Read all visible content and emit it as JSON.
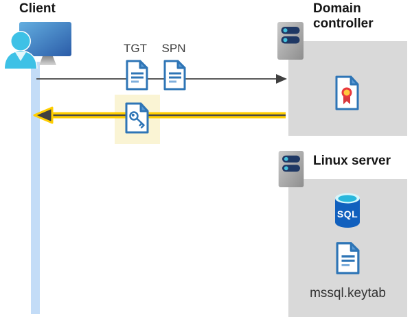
{
  "client": {
    "label": "Client"
  },
  "tickets": {
    "tgt": "TGT",
    "spn": "SPN"
  },
  "domain_controller": {
    "label": "Domain controller"
  },
  "linux_server": {
    "label": "Linux server",
    "sql_label": "SQL",
    "keytab_label": "mssql.keytab"
  },
  "icons": {
    "client": "client-device-icon",
    "request": "request-arrow-right",
    "response": "highlighted-response-arrow-left",
    "tgt": "tgt-document-icon",
    "spn": "spn-document-icon",
    "service_ticket": "key-document-icon",
    "domain_controller": "server-icon",
    "certificate": "certificate-icon",
    "linux_server": "server-icon",
    "database": "sql-database-icon",
    "keytab": "keytab-document-icon"
  },
  "colors": {
    "highlight_arrow_yellow": "#FFCE00",
    "arrow_gray": "#595959",
    "panel_gray": "#D9D9D9",
    "highlight_panel_yellow": "#FAF4D4",
    "lifeline_blue": "#C3DCF7",
    "doc_border_blue": "#2E75B6",
    "person_cyan": "#3EC1E6",
    "seal_red": "#D9383D",
    "seal_yellow": "#FFC83D",
    "sql_blue": "#1160BE"
  }
}
